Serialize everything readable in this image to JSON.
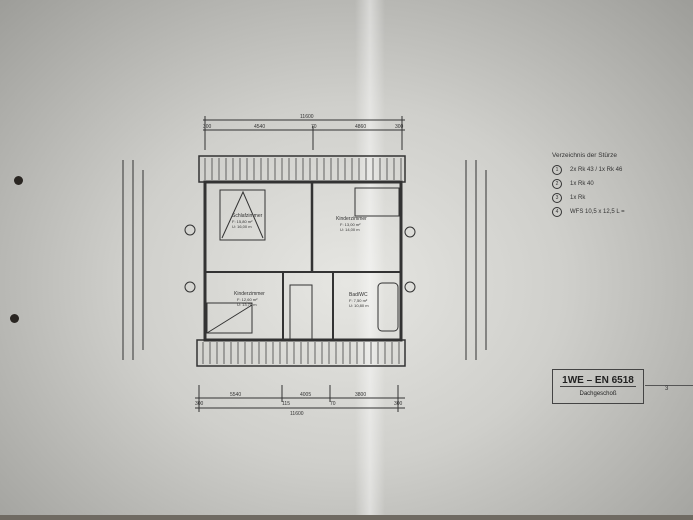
{
  "drawing": {
    "title_block": {
      "code": "1WE – EN 6518",
      "subtitle": "Dachgeschoß",
      "sheet_number": "3"
    },
    "legend": {
      "title": "Verzeichnis der Stürze",
      "items": [
        {
          "number": "1",
          "text": "2x Rk 43 / 1x Rk 46"
        },
        {
          "number": "2",
          "text": "1x Rk 40"
        },
        {
          "number": "3",
          "text": "1x Rk"
        },
        {
          "number": "4",
          "text": "WFS 10,5 x 12,5 L ="
        }
      ]
    },
    "rooms": [
      {
        "name": "Schlafzimmer",
        "area": "F: 15,80 m²",
        "perimeter": "U: 16,00 m"
      },
      {
        "name": "Kinderzimmer",
        "area": "F: 13,00 m²",
        "perimeter": "U: 14,00 m"
      },
      {
        "name": "Kinderzimmer",
        "area": "F: 12,60 m²",
        "perimeter": "U: 13,70 m"
      },
      {
        "name": "Bad/WC",
        "area": "F: 7,50 m²",
        "perimeter": "U: 10,80 m"
      }
    ],
    "dimensions_top": [
      "11600",
      "300",
      "4540",
      "70",
      "4860",
      "300"
    ],
    "dimensions_bottom": [
      "300",
      "5540",
      "115",
      "4005",
      "70",
      "3800",
      "300",
      "11600"
    ],
    "colors": {
      "paper": "#d8d8d4",
      "ink": "#333333"
    }
  }
}
